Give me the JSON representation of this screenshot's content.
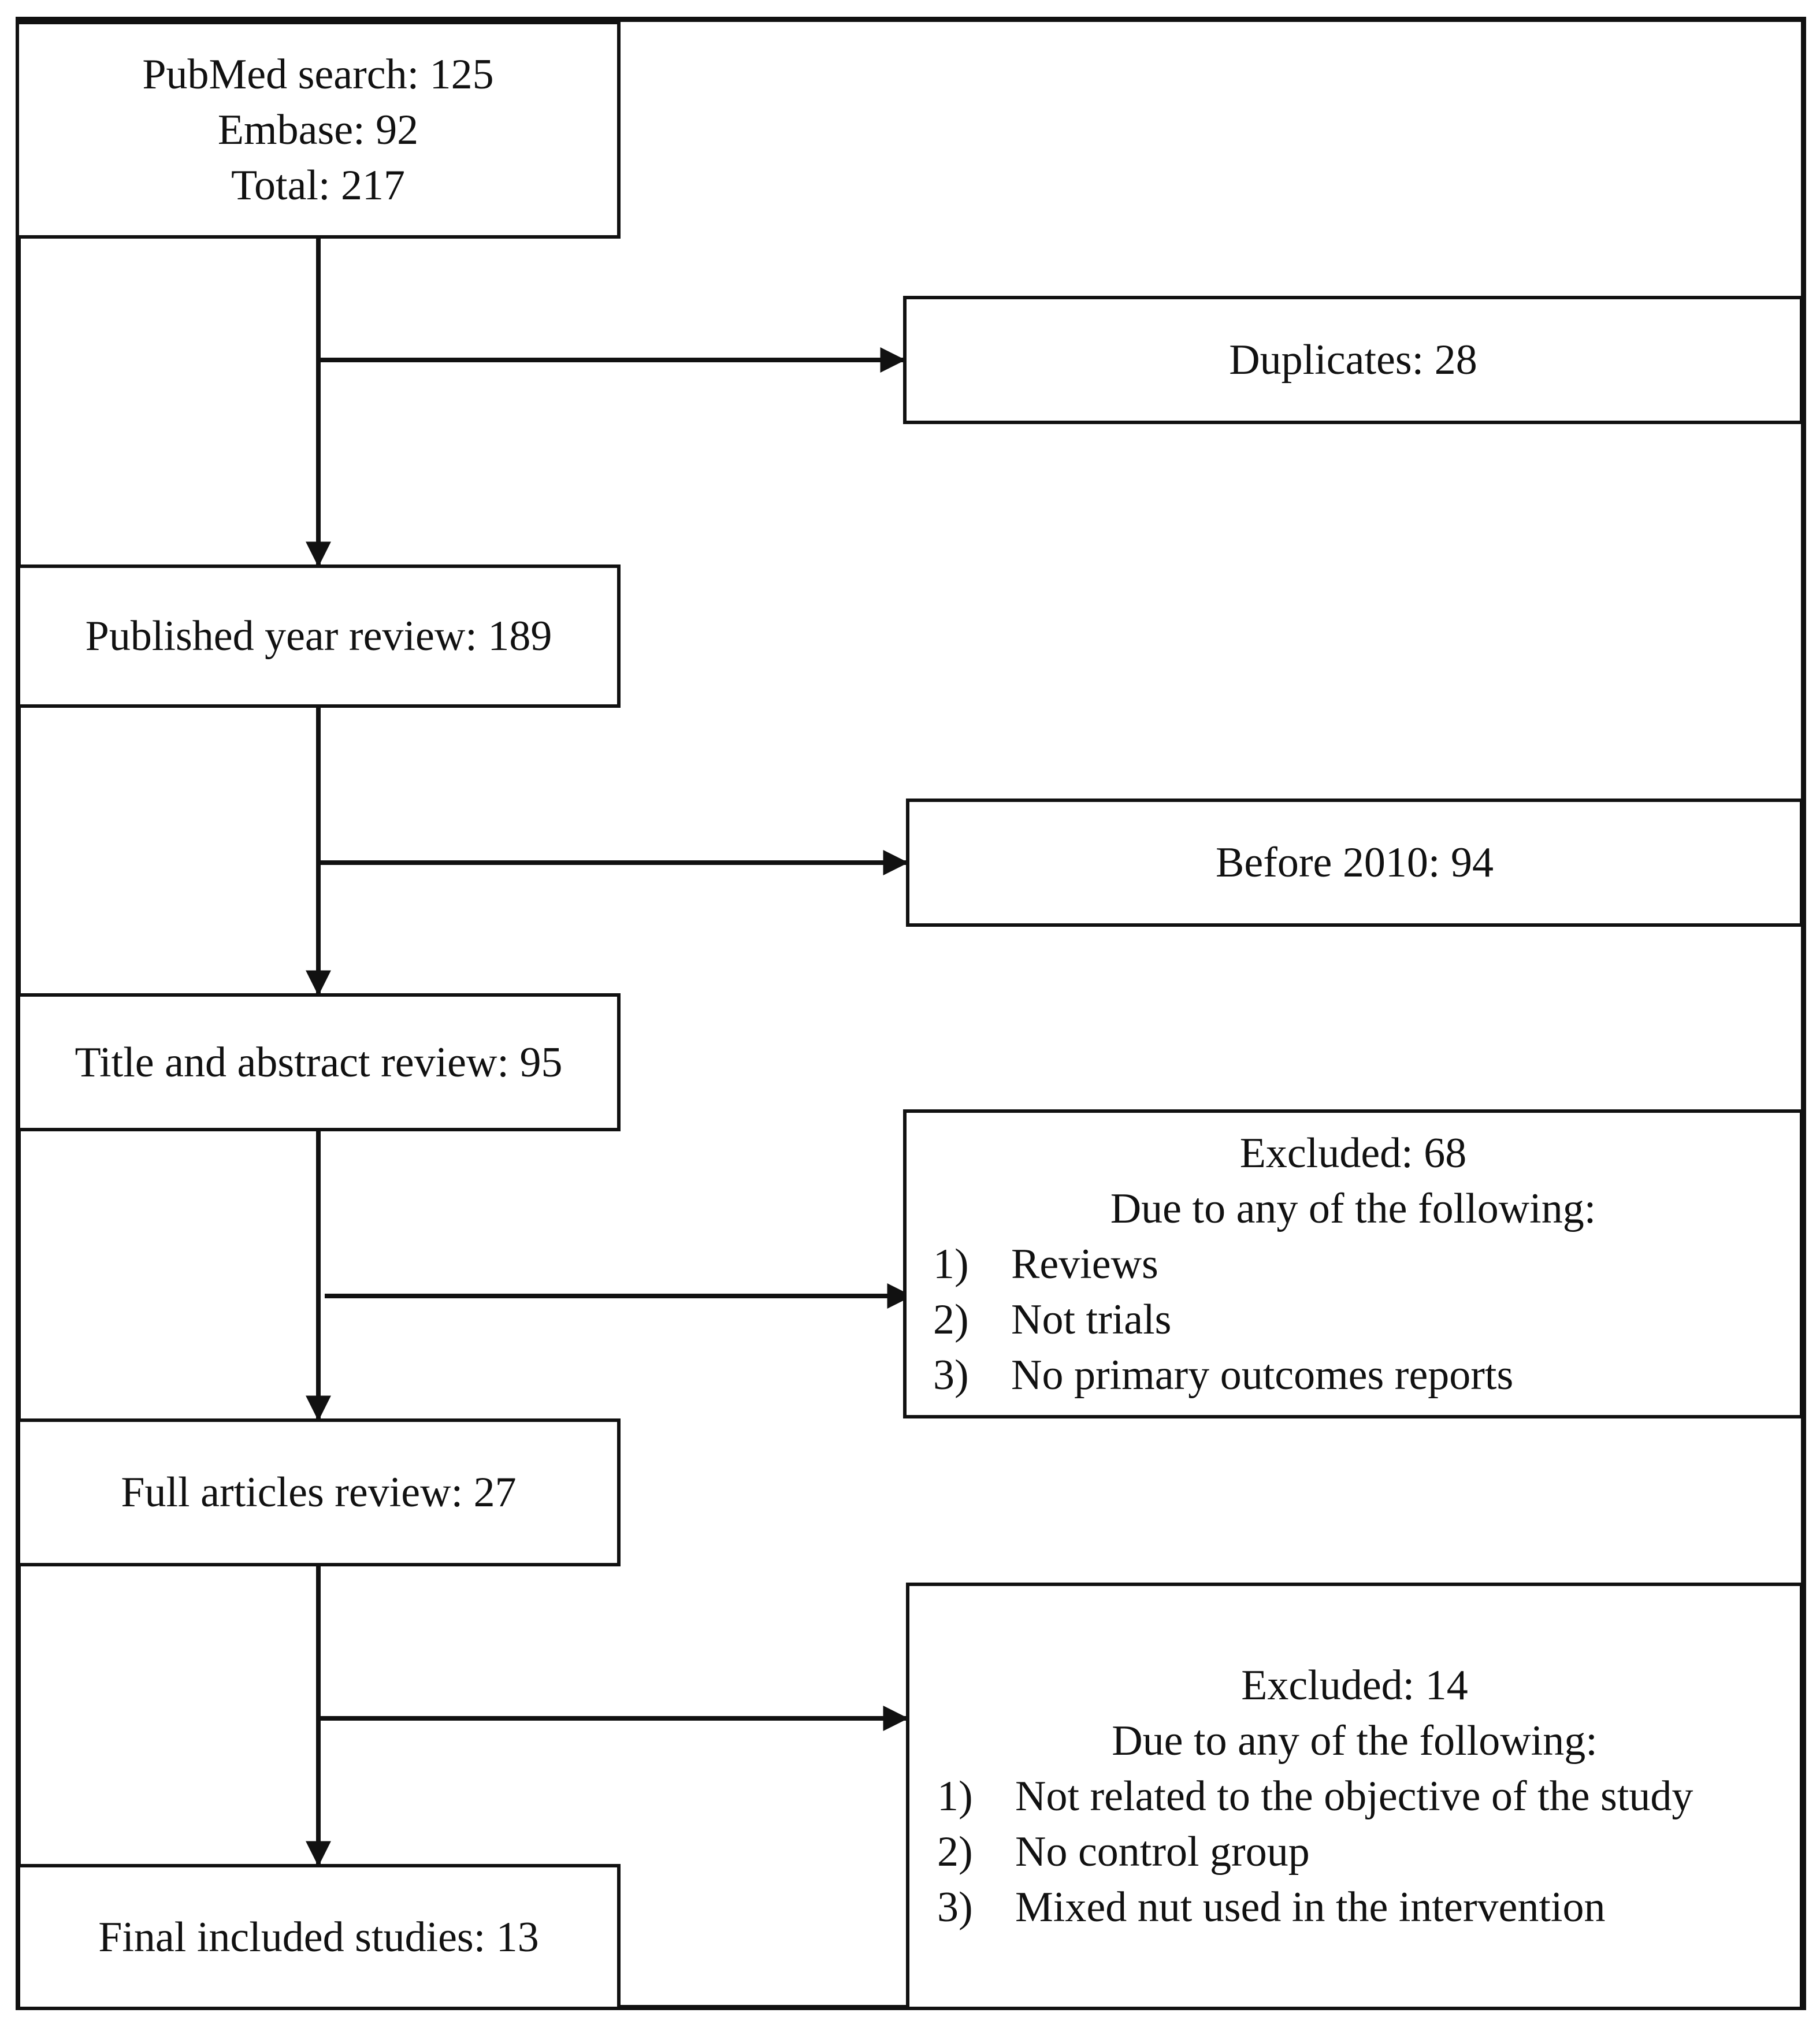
{
  "stages": [
    {
      "id": "search",
      "lines": [
        "PubMed search: 125",
        "Embase: 92",
        "Total: 217"
      ]
    },
    {
      "id": "year",
      "lines": [
        "Published year review: 189"
      ]
    },
    {
      "id": "title-abstract",
      "lines": [
        "Title and abstract review: 95"
      ]
    },
    {
      "id": "full-articles",
      "lines": [
        "Full articles review: 27"
      ]
    },
    {
      "id": "final",
      "lines": [
        "Final included studies: 13"
      ]
    }
  ],
  "exclusions": {
    "duplicates": {
      "title": "Duplicates: 28"
    },
    "before_2010": {
      "title": "Before 2010: 94"
    },
    "screening": {
      "title": "Excluded: 68",
      "subtitle": "Due to any of the following:",
      "items": [
        {
          "num": "1)",
          "text": "Reviews"
        },
        {
          "num": "2)",
          "text": "Not trials"
        },
        {
          "num": "3)",
          "text": "No primary outcomes reports"
        }
      ]
    },
    "full_text": {
      "title": "Excluded: 14",
      "subtitle": "Due to any of the following:",
      "items": [
        {
          "num": "1)",
          "text": "Not related to the objective of the study"
        },
        {
          "num": "2)",
          "text": "No control group"
        },
        {
          "num": "3)",
          "text": "Mixed nut used in the intervention"
        }
      ]
    }
  }
}
